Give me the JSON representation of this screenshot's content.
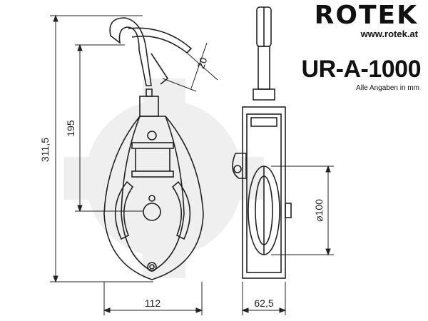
{
  "brand": {
    "logo": "ROTEK",
    "url": "www.rotek.at"
  },
  "product": {
    "model": "UR-A-1000",
    "units_note": "Alle Angaben in mm"
  },
  "dimensions": {
    "total_height": "311,5",
    "body_height": "195",
    "hook_opening": "20",
    "width": "112",
    "depth": "62,5",
    "sheave_diameter": "⌀100"
  },
  "colors": {
    "line": "#222222",
    "watermark": "#efefef"
  }
}
